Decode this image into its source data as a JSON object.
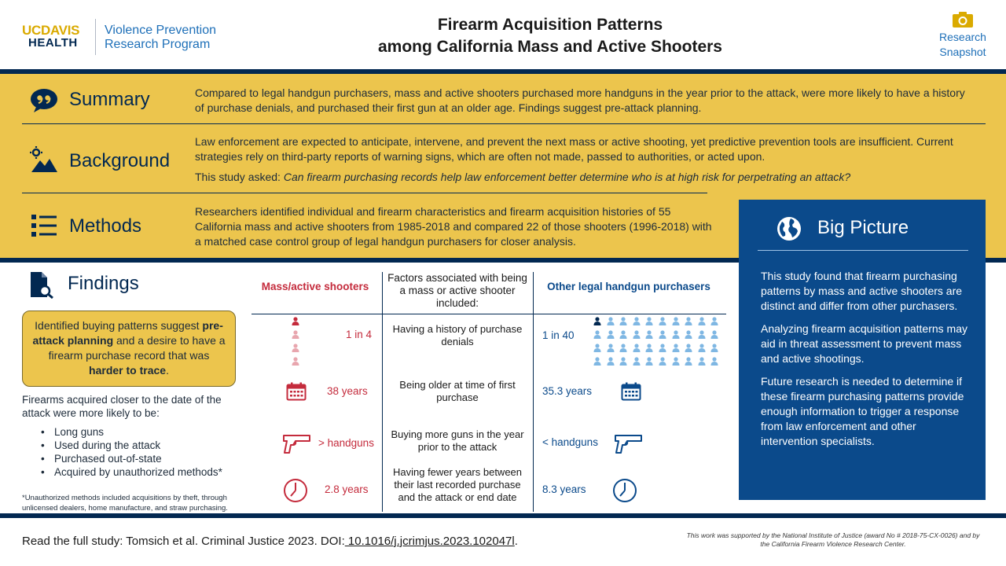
{
  "header": {
    "logo_uc": "UC",
    "logo_davis": "DAVIS",
    "logo_health": "HEALTH",
    "program_line1": "Violence Prevention",
    "program_line2": "Research Program",
    "title_line1": "Firearm Acquisition Patterns",
    "title_line2": "among California Mass and Active Shooters",
    "snapshot_line1": "Research",
    "snapshot_line2": "Snapshot",
    "snapshot_icon": "camera-icon"
  },
  "colors": {
    "navy": "#022851",
    "gold": "#ecc54d",
    "bright_gold": "#daaa00",
    "blue": "#0b4a8b",
    "light_blue": "#9ec2e6",
    "red": "#c42b3c"
  },
  "summary": {
    "title": "Summary",
    "icon": "quote-bubble-icon",
    "text": "Compared to legal handgun purchasers, mass and active shooters purchased more handguns in the year prior to the attack, were more likely to have a history of purchase denials, and purchased their first gun at an older age. Findings suggest pre-attack planning."
  },
  "background": {
    "title": "Background",
    "icon": "landscape-icon",
    "text": "Law enforcement are expected to anticipate, intervene, and prevent the next mass or active shooting, yet predictive prevention tools are insufficient. Current strategies rely on third-party reports of warning signs, which are often not made, passed to authorities, or acted upon.",
    "question_prefix": "This study asked: ",
    "question": "Can firearm purchasing records help law enforcement better determine who is at high risk for perpetrating an attack?"
  },
  "methods": {
    "title": "Methods",
    "icon": "list-icon",
    "text": "Researchers identified individual and firearm characteristics and firearm acquisition histories of 55 California mass and active shooters from 1985-2018 and compared 22 of those shooters (1996-2018) with a matched case control group of legal handgun purchasers for closer analysis."
  },
  "big_picture": {
    "title": "Big Picture",
    "icon": "globe-icon",
    "paragraphs": [
      "This study found that firearm purchasing patterns by mass and active shooters are distinct and differ from other purchasers.",
      "Analyzing firearm acquisition patterns may aid in threat assessment to prevent mass and active shootings.",
      "Future research is needed to determine if these firearm purchasing patterns provide enough information to trigger a response from law enforcement and other intervention specialists."
    ]
  },
  "findings": {
    "title": "Findings",
    "icon": "document-search-icon",
    "callout_pre": "Identified buying patterns suggest ",
    "callout_bold1": "pre-attack planning",
    "callout_mid": " and a desire to have a firearm purchase record that was ",
    "callout_bold2": "harder to trace",
    "callout_post": ".",
    "acq_intro": "Firearms acquired closer to the date of the attack were more likely to be:",
    "acq_items": [
      "Long guns",
      "Used during the attack",
      "Purchased out-of-state",
      "Acquired by unauthorized methods*"
    ],
    "footnote": "*Unauthorized methods included acquisitions by theft, through unlicensed dealers, home manufacture, and straw purchasing."
  },
  "table": {
    "col_left": "Mass/active shooters",
    "col_mid": "Factors associated with being a mass or active shooter included:",
    "col_right": "Other legal handgun purchasers",
    "rows": [
      {
        "left": "1 in 4",
        "mid": "Having a history of purchase denials",
        "right": "1 in 40",
        "icon": "person-icon",
        "ratio_left": 4,
        "ratio_right": 40
      },
      {
        "left": "38 years",
        "mid": "Being older at time of first purchase",
        "right": "35.3 years",
        "icon": "calendar-icon"
      },
      {
        "left": "> handguns",
        "mid": "Buying more guns in the year prior to the attack",
        "right": "< handguns",
        "icon": "handgun-icon"
      },
      {
        "left": "2.8 years",
        "mid": "Having fewer years between their last recorded purchase and the attack or end date",
        "right": "8.3 years",
        "icon": "clock-icon"
      }
    ]
  },
  "footer": {
    "read_prefix": "Read the full study: Tomsich et al. Criminal Justice 2023. DOI:",
    "doi": " 10.1016/j.jcrimjus.2023.102047l",
    "read_suffix": ".",
    "support": "This work was supported by the National Institute of Justice (award No # 2018-75-CX-0026) and by the California Firearm Violence Research Center."
  }
}
